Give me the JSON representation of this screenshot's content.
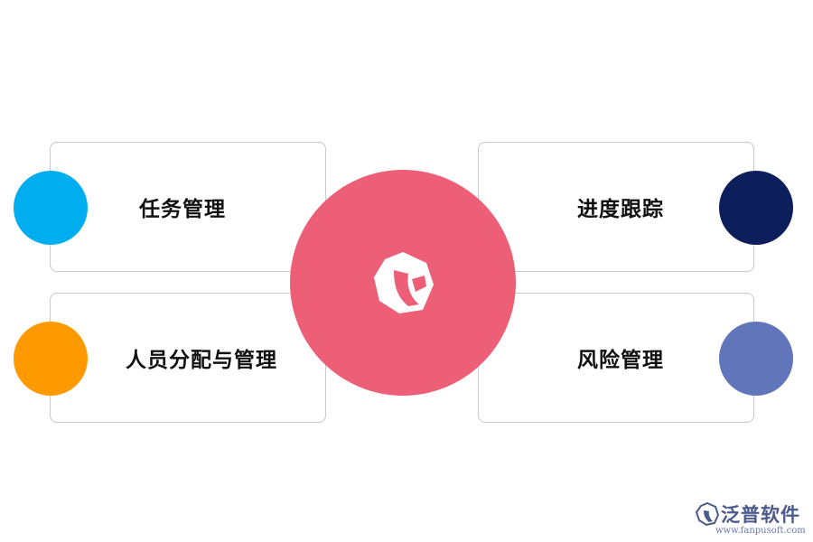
{
  "items": {
    "top_left": {
      "label": "任务管理",
      "color": "#00AEEF"
    },
    "bottom_left": {
      "label": "人员分配与管理",
      "color": "#FF9900"
    },
    "top_right": {
      "label": "进度跟踪",
      "color": "#0C1F5C"
    },
    "bottom_right": {
      "label": "风险管理",
      "color": "#6175BA"
    }
  },
  "center": {
    "color": "#EC5F77",
    "icon": "fanpu-logo-icon"
  },
  "watermark": {
    "name": "泛普软件",
    "url": "www.fanpusoft.com",
    "color": "#4A5A8C"
  }
}
